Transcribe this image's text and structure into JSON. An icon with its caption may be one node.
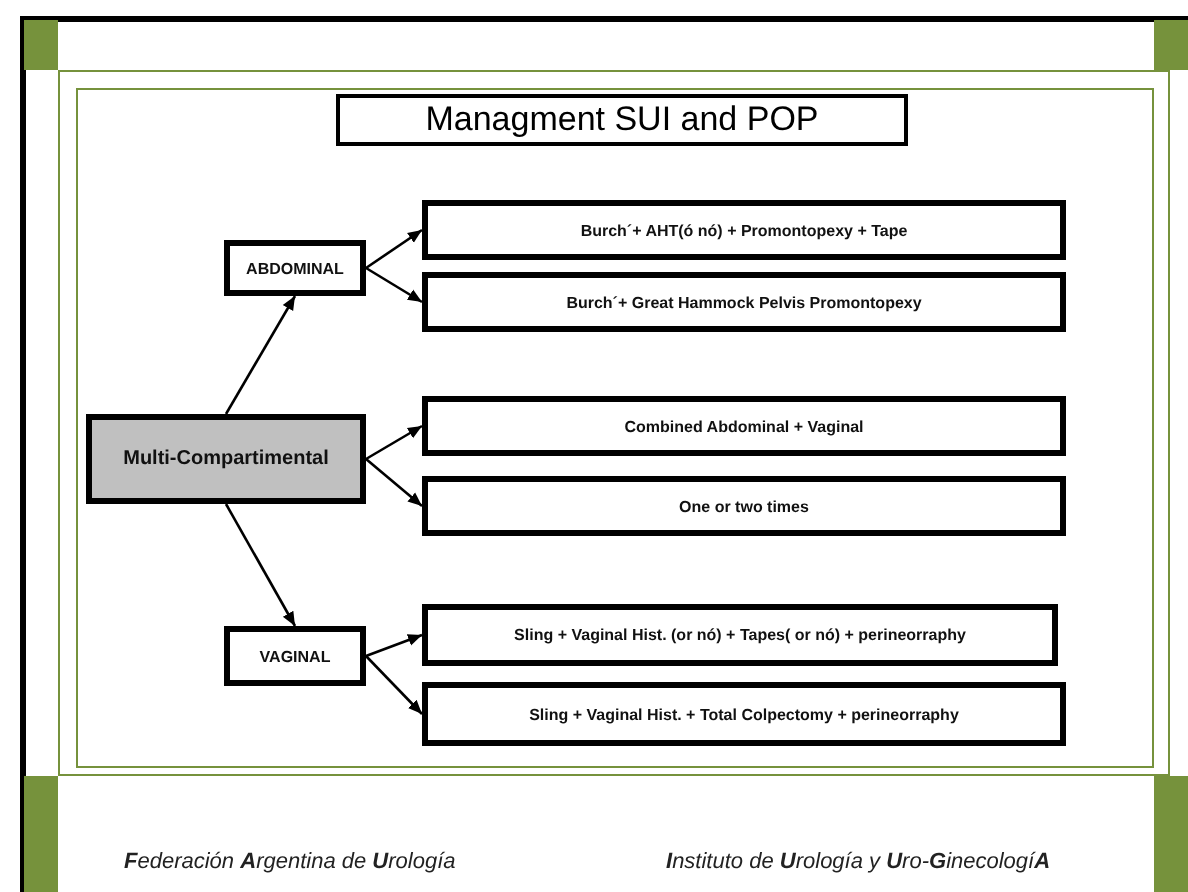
{
  "diagram": {
    "title": "Managment SUI and POP",
    "nodes": [
      {
        "text": [
          "ABDOMINAL"
        ]
      },
      {
        "text": [
          "Burch´+ AHT(ó nó) + Promontopexy + Tape"
        ]
      },
      {
        "text": [
          "Burch´+ Great Hammock Pelvis Promontopexy"
        ]
      },
      {
        "text": [
          "Multi-Compartimental"
        ]
      },
      {
        "text": [
          "Combined Abdominal + Vaginal"
        ]
      },
      {
        "text": [
          "One or two times"
        ]
      },
      {
        "text": [
          "VAGINAL"
        ]
      },
      {
        "text": [
          "Sling + Vaginal Hist. (or nó) + Tapes( or nó) + perineorraphy"
        ]
      },
      {
        "text": [
          "Sling + Vaginal Hist. + Total Colpectomy + perineorraphy"
        ]
      }
    ],
    "edges": [
      {
        "from": 3,
        "to": 0,
        "arrow": "to"
      },
      {
        "from": 0,
        "to": 1,
        "arrow": "to"
      },
      {
        "from": 0,
        "to": 2,
        "arrow": "to"
      },
      {
        "from": 3,
        "to": 4,
        "arrow": "to"
      },
      {
        "from": 3,
        "to": 5,
        "arrow": "to"
      },
      {
        "from": 3,
        "to": 6,
        "arrow": "to"
      },
      {
        "from": 6,
        "to": 7,
        "arrow": "to"
      },
      {
        "from": 6,
        "to": 8,
        "arrow": "to"
      }
    ],
    "labels": [
      "**F**ederación **A**rgentina de **U**rología",
      "**I**nstituto de **U**rología y **U**ro-**G**inecologí**A**"
    ]
  }
}
